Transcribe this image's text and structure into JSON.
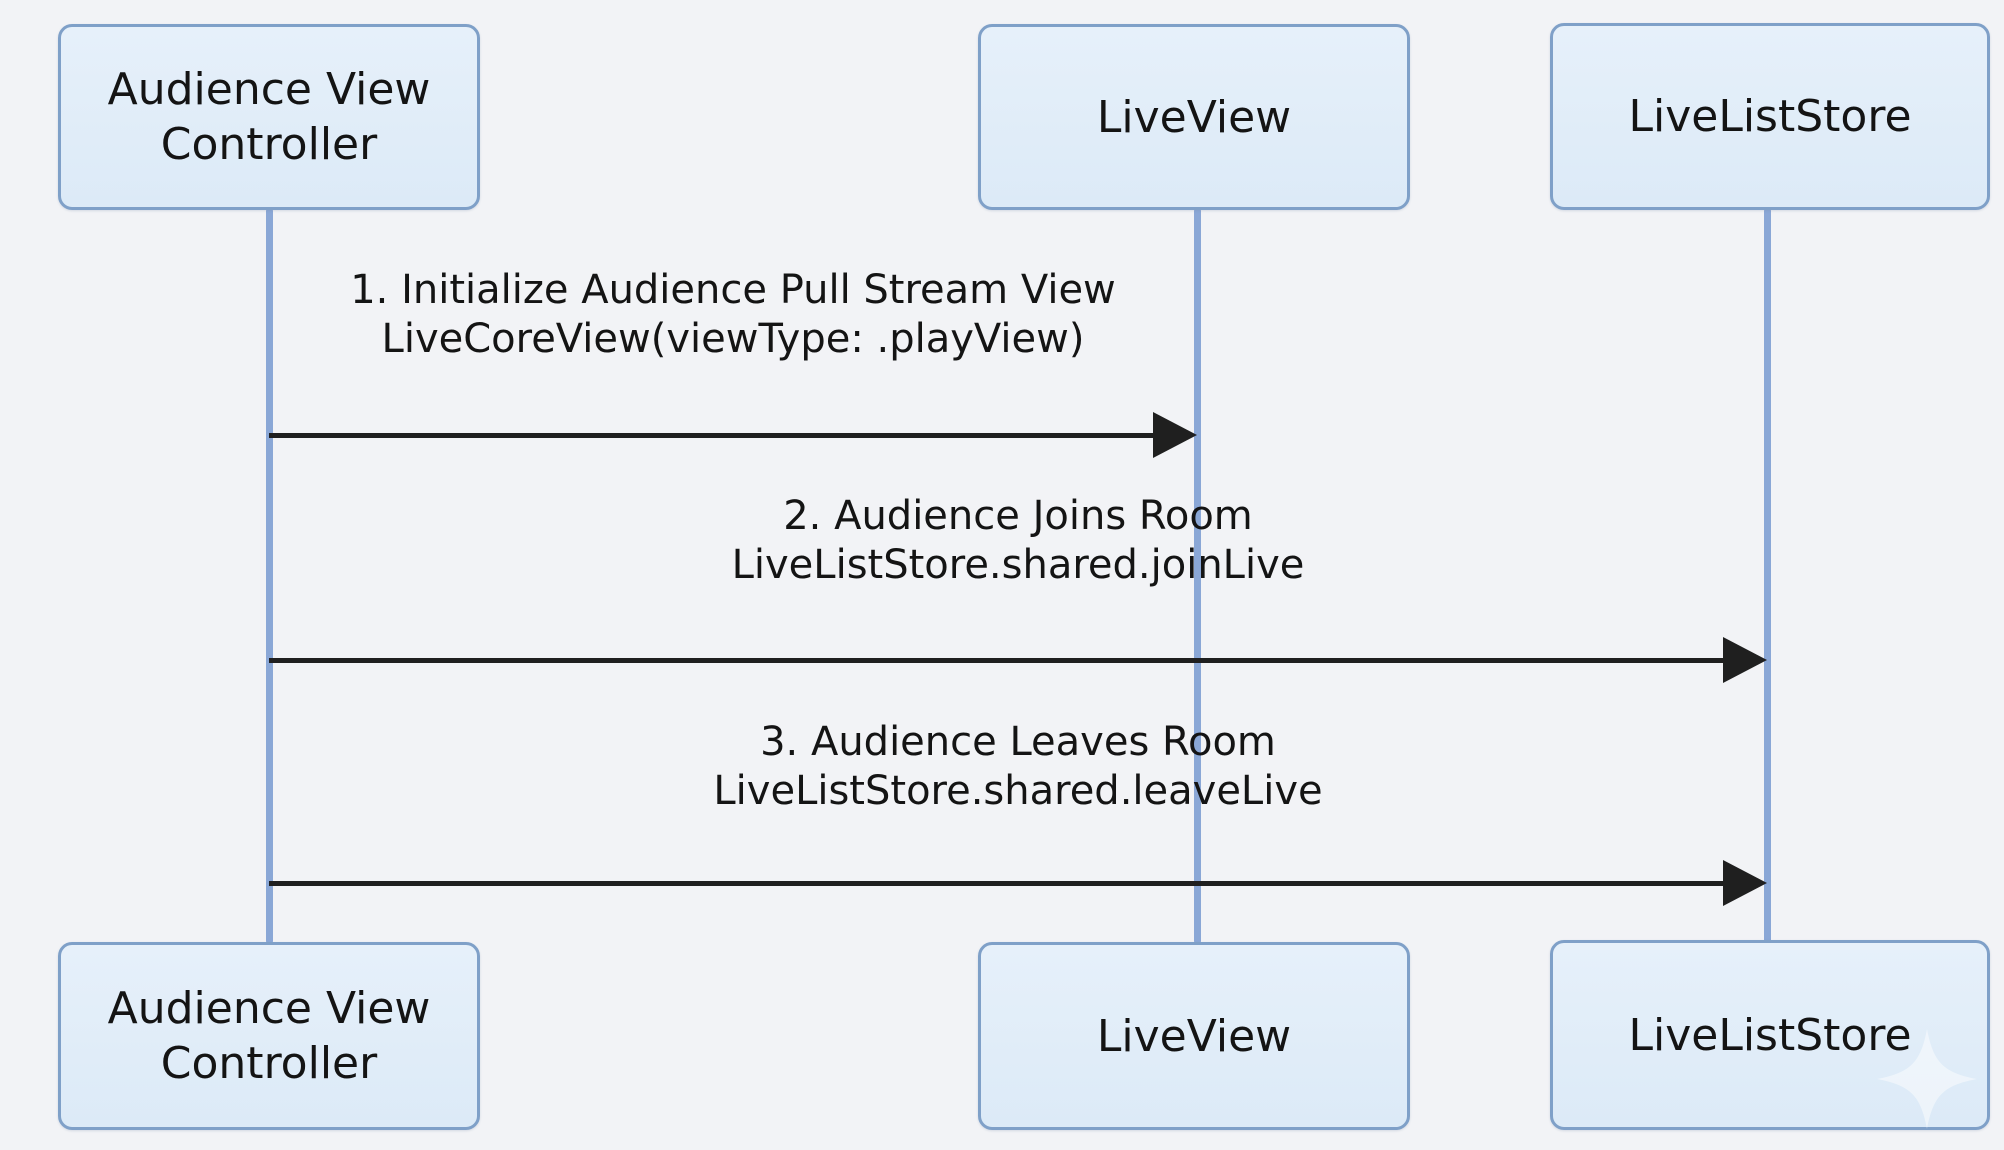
{
  "diagram": {
    "type": "sequence-diagram",
    "participants": [
      {
        "name": "Audience View Controller"
      },
      {
        "name": "LiveView"
      },
      {
        "name": "LiveListStore"
      }
    ],
    "messages": [
      {
        "label": "1. Initialize Audience Pull Stream View",
        "code": "LiveCoreView(viewType: .playView)",
        "from": "Audience View Controller",
        "to": "LiveView"
      },
      {
        "label": "2. Audience Joins Room",
        "code": "LiveListStore.shared.joinLive",
        "from": "Audience View Controller",
        "to": "LiveListStore"
      },
      {
        "label": "3. Audience Leaves Room",
        "code": "LiveListStore.shared.leaveLive",
        "from": "Audience View Controller",
        "to": "LiveListStore"
      }
    ],
    "icons": [
      {
        "name": "sparkle-icon"
      }
    ],
    "colors": {
      "background": "#f2f3f6",
      "box_fill": "#dceaf7",
      "box_border": "#7fa0c8",
      "lifeline": "#8aa7d6",
      "arrow": "#1f1f1f",
      "text": "#141414"
    }
  }
}
